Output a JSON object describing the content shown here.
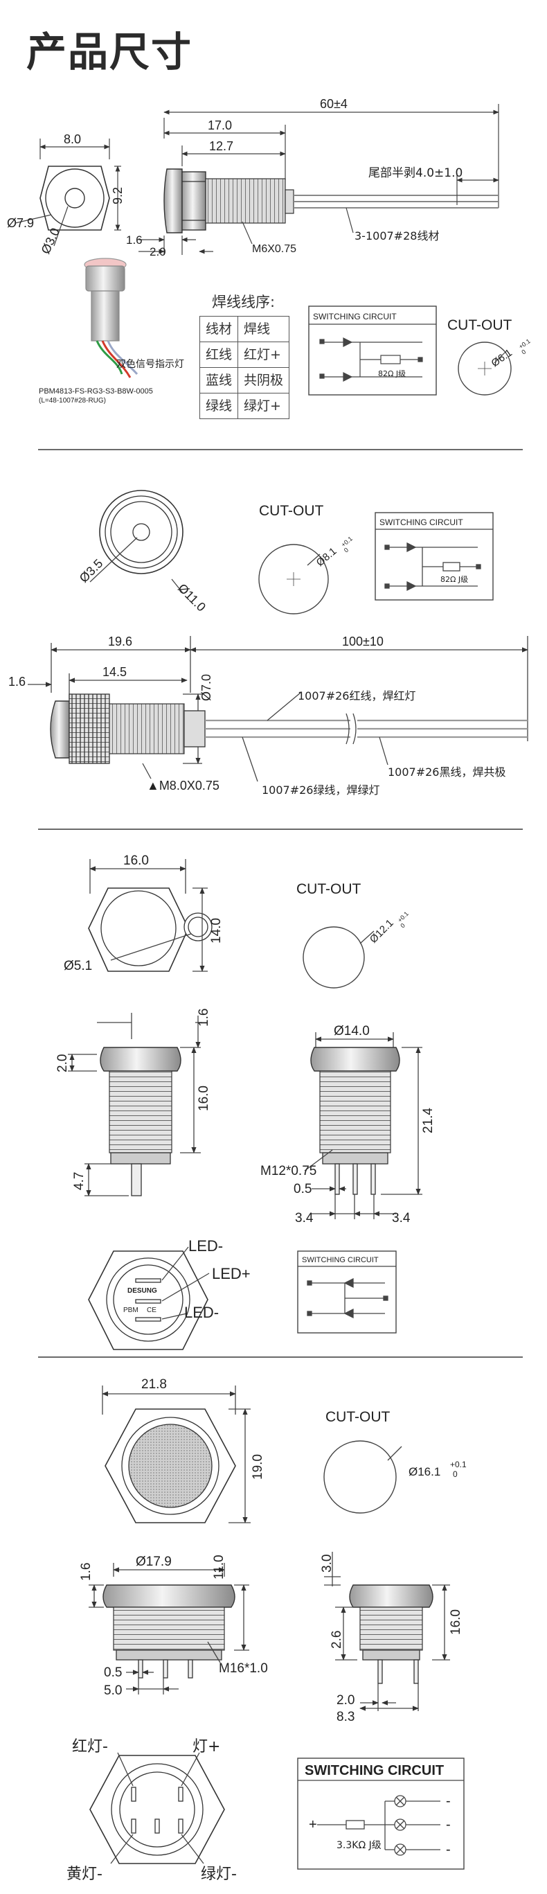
{
  "page_title": "产品尺寸",
  "section1": {
    "front_width": "8.0",
    "front_height": "9.2",
    "front_outer_dia": "Ø7.9",
    "front_inner_dia": "Ø3.0",
    "total_length": "60±4",
    "body_length": "17.0",
    "thread_length": "12.7",
    "strip_label": "尾部半剥4.0±1.0",
    "wire_label": "3-1007#28线材",
    "thread_label": "M6X0.75",
    "head_dim_a": "1.6",
    "head_dim_b": "2.0",
    "photo_label": "双色信号指示灯",
    "part_number": "PBM4813-FS-RG3-S3-B8W-0005",
    "part_sub": "(L=48-1007#28-RUG)",
    "pin_caption": "焊线线序:",
    "pin_table": [
      [
        "线材",
        "焊线"
      ],
      [
        "红线",
        "红灯+"
      ],
      [
        "蓝线",
        "共阴极"
      ],
      [
        "绿线",
        "绿灯+"
      ]
    ],
    "switching_title": "SWITCHING CIRCUIT",
    "resistor": "82Ω J级",
    "cutout_title": "CUT-OUT",
    "cutout_dia": "Ø6.1",
    "cutout_tol_up": "+0.1",
    "cutout_tol_dn": "0"
  },
  "section2": {
    "front_inner_dia": "Ø3.5",
    "front_outer_dia": "Ø11.0",
    "cutout_title": "CUT-OUT",
    "cutout_dia": "Ø8.1",
    "cutout_tol_up": "+0.1",
    "cutout_tol_dn": "0",
    "switching_title": "SWITCHING CIRCUIT",
    "resistor": "82Ω J级",
    "body_length": "19.6",
    "thread_length": "14.5",
    "head_dim": "1.6",
    "wire_length": "100±10",
    "height": "Ø7.0",
    "thread_label": "▲M8.0X0.75",
    "wire_red": "1007#26红线，焊红灯",
    "wire_black": "1007#26黑线，焊共极",
    "wire_green": "1007#26绿线，焊绿灯"
  },
  "section3": {
    "front_width": "16.0",
    "front_height": "14.0",
    "front_inner_dia": "Ø5.1",
    "cutout_title": "CUT-OUT",
    "cutout_dia": "Ø12.1",
    "cutout_tol_up": "+0.1",
    "cutout_tol_dn": "0",
    "side_head": "1.6",
    "side_a": "2.0",
    "side_thread": "16.0",
    "side_pin": "4.7",
    "side2_dia": "Ø14.0",
    "side2_len": "21.4",
    "thread_label": "M12*0.75",
    "pin_w": "0.5",
    "pin_left": "3.4",
    "pin_right": "3.4",
    "brand": "DESUNG",
    "brand_pbm": "PBM",
    "ce": "CE",
    "led_minus_top": "LED-",
    "led_plus": "LED+",
    "led_minus_bottom": "LED-",
    "switching_title": "SWITCHING CIRCUIT"
  },
  "section4": {
    "front_width": "21.8",
    "front_height": "19.0",
    "cutout_title": "CUT-OUT",
    "cutout_dia": "Ø16.1",
    "cutout_tol_up": "+0.1",
    "cutout_tol_dn": "0",
    "side_dia": "Ø17.9",
    "side_head": "1.6",
    "side_len": "11.0",
    "thread_label": "M16*1.0",
    "pin_w": "0.5",
    "pin_span": "5.0",
    "side2_head": "3.0",
    "side2_a": "2.6",
    "side2_len": "16.0",
    "side2_b": "2.0",
    "side2_c": "8.3",
    "red_minus": "红灯-",
    "lamp_plus": "灯+",
    "yellow_minus": "黄灯-",
    "green_minus": "绿灯-",
    "switching_title": "SWITCHING CIRCUIT",
    "resistor": "3.3KΩ J级",
    "plus": "+",
    "minus": "-"
  },
  "colors": {
    "line": "#444444",
    "text": "#222222",
    "metal_light": "#e8e8e8",
    "metal_dark": "#555555",
    "wire_red": "#d23a2c",
    "wire_green": "#2e9b45",
    "wire_white": "#bbbbbb"
  }
}
